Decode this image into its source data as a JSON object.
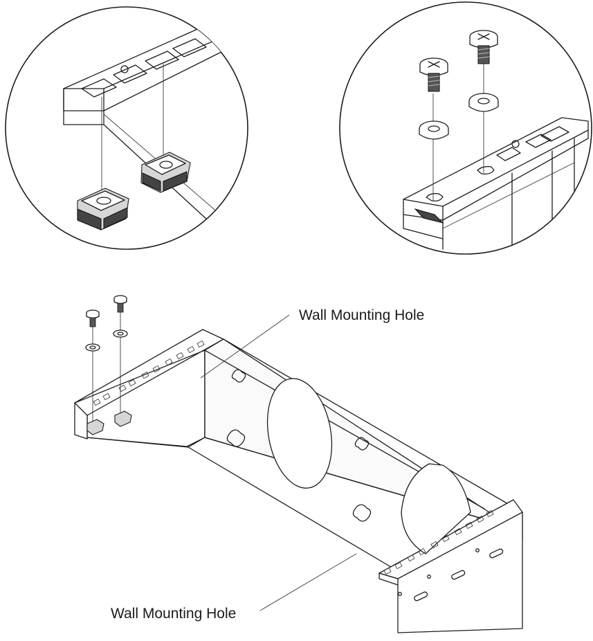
{
  "callouts": {
    "top_label": "Wall Mounting Hole",
    "bottom_label": "Wall Mounting Hole"
  },
  "icons": {
    "detail_left": "cage-nut-insertion-detail",
    "detail_right": "screw-washer-fastening-detail",
    "main": "wall-mount-bracket"
  },
  "colors": {
    "line": "#1c1c1c",
    "background": "#ffffff"
  }
}
